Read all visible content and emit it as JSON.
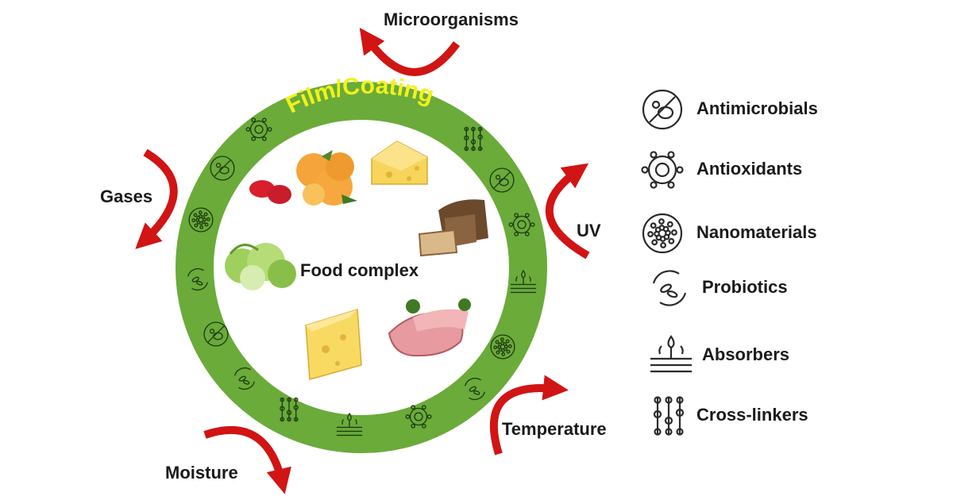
{
  "ring": {
    "title": "Film/Coating",
    "center_label": "Food complex"
  },
  "external_factors": {
    "microorganisms": "Microorganisms",
    "gases": "Gases",
    "uv": "UV",
    "temperature": "Temperature",
    "moisture": "Moisture"
  },
  "legend": {
    "items": [
      {
        "label": "Antimicrobials",
        "icon": "antimicrobial-icon"
      },
      {
        "label": "Antioxidants",
        "icon": "antioxidant-icon"
      },
      {
        "label": "Nanomaterials",
        "icon": "nanomaterial-icon"
      },
      {
        "label": "Probiotics",
        "icon": "probiotic-icon"
      },
      {
        "label": "Absorbers",
        "icon": "absorber-icon"
      },
      {
        "label": "Cross-linkers",
        "icon": "crosslinker-icon"
      }
    ]
  },
  "colors": {
    "ring_green": "#6aab3a",
    "title_yellow": "#f2f21a",
    "arrow_red": "#d11414"
  }
}
